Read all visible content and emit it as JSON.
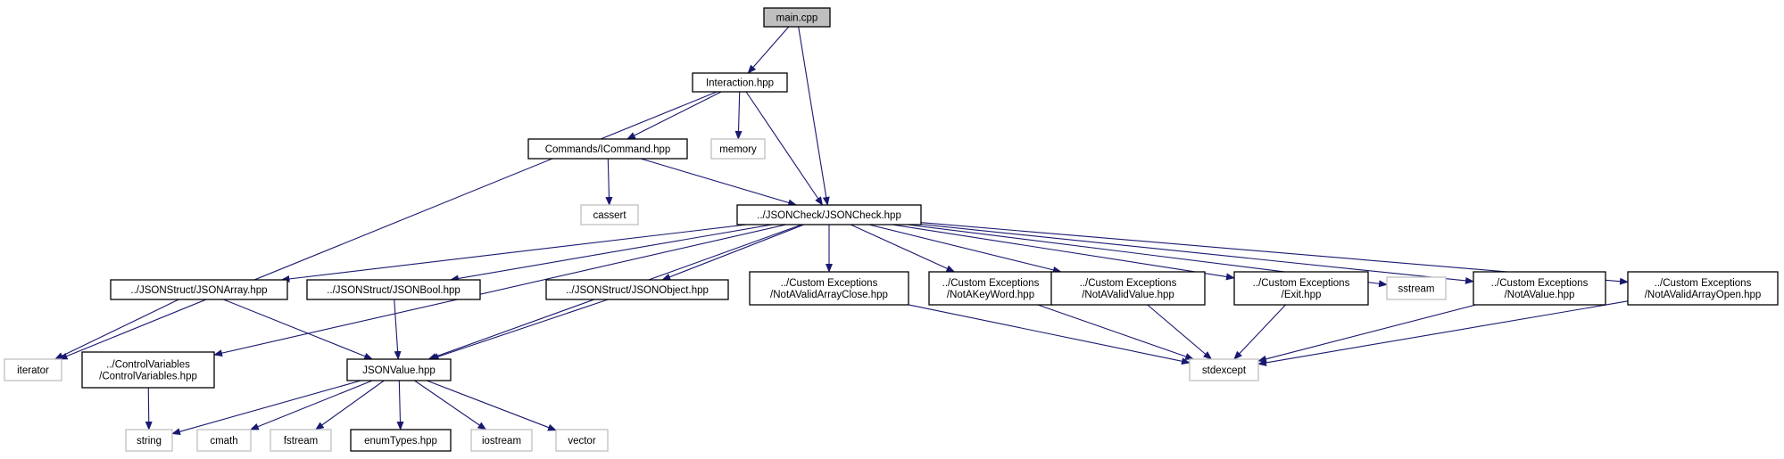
{
  "graph": {
    "style": {
      "edge_color": "#191970",
      "project_border": "#000000",
      "system_border": "#bfbfbf",
      "root_fill": "#bfbfbf",
      "node_fill": "#ffffff"
    },
    "nodes": [
      {
        "id": "main",
        "lines": [
          "main.cpp"
        ],
        "kind": "root"
      },
      {
        "id": "interaction",
        "lines": [
          "Interaction.hpp"
        ],
        "kind": "project"
      },
      {
        "id": "icommand",
        "lines": [
          "Commands/ICommand.hpp"
        ],
        "kind": "project"
      },
      {
        "id": "memory",
        "lines": [
          "memory"
        ],
        "kind": "system"
      },
      {
        "id": "cassert",
        "lines": [
          "cassert"
        ],
        "kind": "system"
      },
      {
        "id": "jsoncheck",
        "lines": [
          "../JSONCheck/JSONCheck.hpp"
        ],
        "kind": "project"
      },
      {
        "id": "jsonarray",
        "lines": [
          "../JSONStruct/JSONArray.hpp"
        ],
        "kind": "project"
      },
      {
        "id": "jsonbool",
        "lines": [
          "../JSONStruct/JSONBool.hpp"
        ],
        "kind": "project"
      },
      {
        "id": "jsonobject",
        "lines": [
          "../JSONStruct/JSONObject.hpp"
        ],
        "kind": "project"
      },
      {
        "id": "arrayclose",
        "lines": [
          "../Custom Exceptions",
          "/NotAValidArrayClose.hpp"
        ],
        "kind": "project"
      },
      {
        "id": "keyword",
        "lines": [
          "../Custom Exceptions",
          "/NotAKeyWord.hpp"
        ],
        "kind": "project"
      },
      {
        "id": "validvalue",
        "lines": [
          "../Custom Exceptions",
          "/NotAValidValue.hpp"
        ],
        "kind": "project"
      },
      {
        "id": "exit",
        "lines": [
          "../Custom Exceptions",
          "/Exit.hpp"
        ],
        "kind": "project"
      },
      {
        "id": "sstream",
        "lines": [
          "sstream"
        ],
        "kind": "system"
      },
      {
        "id": "notavalue",
        "lines": [
          "../Custom Exceptions",
          "/NotAValue.hpp"
        ],
        "kind": "project"
      },
      {
        "id": "arrayopen",
        "lines": [
          "../Custom Exceptions",
          "/NotAValidArrayOpen.hpp"
        ],
        "kind": "project"
      },
      {
        "id": "iterator",
        "lines": [
          "iterator"
        ],
        "kind": "system"
      },
      {
        "id": "controlvars",
        "lines": [
          "../ControlVariables",
          "/ControlVariables.hpp"
        ],
        "kind": "project"
      },
      {
        "id": "jsonvalue",
        "lines": [
          "JSONValue.hpp"
        ],
        "kind": "project"
      },
      {
        "id": "stdexcept",
        "lines": [
          "stdexcept"
        ],
        "kind": "system"
      },
      {
        "id": "string",
        "lines": [
          "string"
        ],
        "kind": "system"
      },
      {
        "id": "cmath",
        "lines": [
          "cmath"
        ],
        "kind": "system"
      },
      {
        "id": "fstream",
        "lines": [
          "fstream"
        ],
        "kind": "system"
      },
      {
        "id": "enumtypes",
        "lines": [
          "enumTypes.hpp"
        ],
        "kind": "project"
      },
      {
        "id": "iostream",
        "lines": [
          "iostream"
        ],
        "kind": "system"
      },
      {
        "id": "vector",
        "lines": [
          "vector"
        ],
        "kind": "system"
      }
    ],
    "edges": [
      [
        "main",
        "interaction"
      ],
      [
        "main",
        "jsoncheck"
      ],
      [
        "interaction",
        "iterator"
      ],
      [
        "interaction",
        "icommand"
      ],
      [
        "interaction",
        "memory"
      ],
      [
        "interaction",
        "jsoncheck"
      ],
      [
        "icommand",
        "cassert"
      ],
      [
        "icommand",
        "jsoncheck"
      ],
      [
        "jsoncheck",
        "controlvars"
      ],
      [
        "jsoncheck",
        "jsonarray"
      ],
      [
        "jsoncheck",
        "jsonvalue"
      ],
      [
        "jsoncheck",
        "jsonbool"
      ],
      [
        "jsoncheck",
        "jsonobject"
      ],
      [
        "jsoncheck",
        "arrayclose"
      ],
      [
        "jsoncheck",
        "keyword"
      ],
      [
        "jsoncheck",
        "validvalue"
      ],
      [
        "jsoncheck",
        "exit"
      ],
      [
        "jsoncheck",
        "sstream"
      ],
      [
        "jsoncheck",
        "notavalue"
      ],
      [
        "jsoncheck",
        "arrayopen"
      ],
      [
        "jsonarray",
        "iterator"
      ],
      [
        "jsonarray",
        "jsonvalue"
      ],
      [
        "jsonbool",
        "jsonvalue"
      ],
      [
        "jsonobject",
        "jsonvalue"
      ],
      [
        "arrayclose",
        "stdexcept"
      ],
      [
        "keyword",
        "stdexcept"
      ],
      [
        "validvalue",
        "stdexcept"
      ],
      [
        "exit",
        "stdexcept"
      ],
      [
        "notavalue",
        "stdexcept"
      ],
      [
        "arrayopen",
        "stdexcept"
      ],
      [
        "controlvars",
        "string"
      ],
      [
        "jsonvalue",
        "string"
      ],
      [
        "jsonvalue",
        "cmath"
      ],
      [
        "jsonvalue",
        "fstream"
      ],
      [
        "jsonvalue",
        "enumtypes"
      ],
      [
        "jsonvalue",
        "iostream"
      ],
      [
        "jsonvalue",
        "vector"
      ]
    ]
  }
}
